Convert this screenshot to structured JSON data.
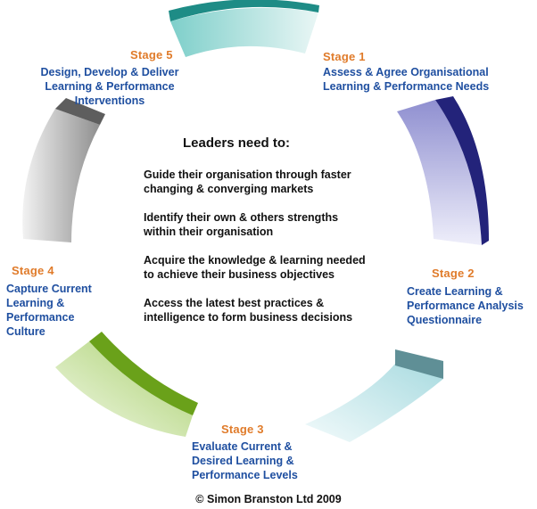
{
  "center": {
    "title": "Leaders need to:",
    "points": [
      {
        "line1": "Guide their organisation through faster",
        "line2": "changing & converging markets"
      },
      {
        "line1": "Identify their own & others strengths",
        "line2": "within their organisation"
      },
      {
        "line1": "Acquire the knowledge & learning needed",
        "line2": "to achieve their business objectives"
      },
      {
        "line1": "Access the latest best practices &",
        "line2": "intelligence to form business decisions"
      }
    ]
  },
  "stages": [
    {
      "label": "Stage 1",
      "lines": [
        "Assess & Agree Organisational",
        "Learning & Performance Needs"
      ]
    },
    {
      "label": "Stage 2",
      "lines": [
        "Create Learning &",
        "Performance Analysis",
        "Questionnaire"
      ]
    },
    {
      "label": "Stage 3",
      "lines": [
        "Evaluate Current &",
        "Desired Learning &",
        "Performance Levels"
      ]
    },
    {
      "label": "Stage 4",
      "lines": [
        "Capture Current",
        "Learning &",
        "Performance",
        "Culture"
      ]
    },
    {
      "label": "Stage 5",
      "lines": [
        "Design, Develop & Deliver",
        "Learning & Performance",
        "Interventions"
      ]
    }
  ],
  "colors": {
    "stage_label": "#e07b2a",
    "stage_text": "#1f4fa0",
    "segment_teal": "#1e8c86",
    "segment_navy": "#23237a",
    "segment_slate": "#5f8f96",
    "segment_green": "#6aa11a",
    "segment_grey": "#5e5e5e"
  },
  "copyright": "© Simon Branston Ltd 2009"
}
